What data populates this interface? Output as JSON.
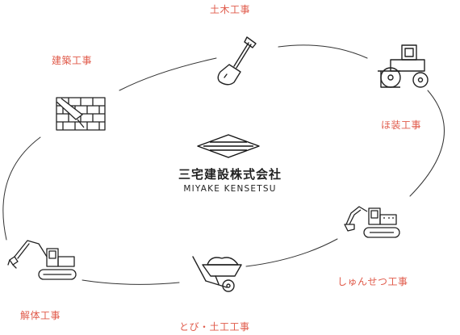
{
  "company": {
    "name_jp": "三宅建設株式会社",
    "name_en": "MIYAKE KENSETSU"
  },
  "services": [
    {
      "label": "土木工事",
      "icon": "shovel-icon"
    },
    {
      "label": "ほ装工事",
      "icon": "road-roller-icon"
    },
    {
      "label": "しゅんせつ工事",
      "icon": "excavator-icon"
    },
    {
      "label": "とび・土工工事",
      "icon": "wheelbarrow-icon"
    },
    {
      "label": "解体工事",
      "icon": "demolition-machine-icon"
    },
    {
      "label": "建築工事",
      "icon": "brick-wall-trowel-icon"
    }
  ],
  "colors": {
    "label": "#e05a4a",
    "line": "#333333"
  }
}
